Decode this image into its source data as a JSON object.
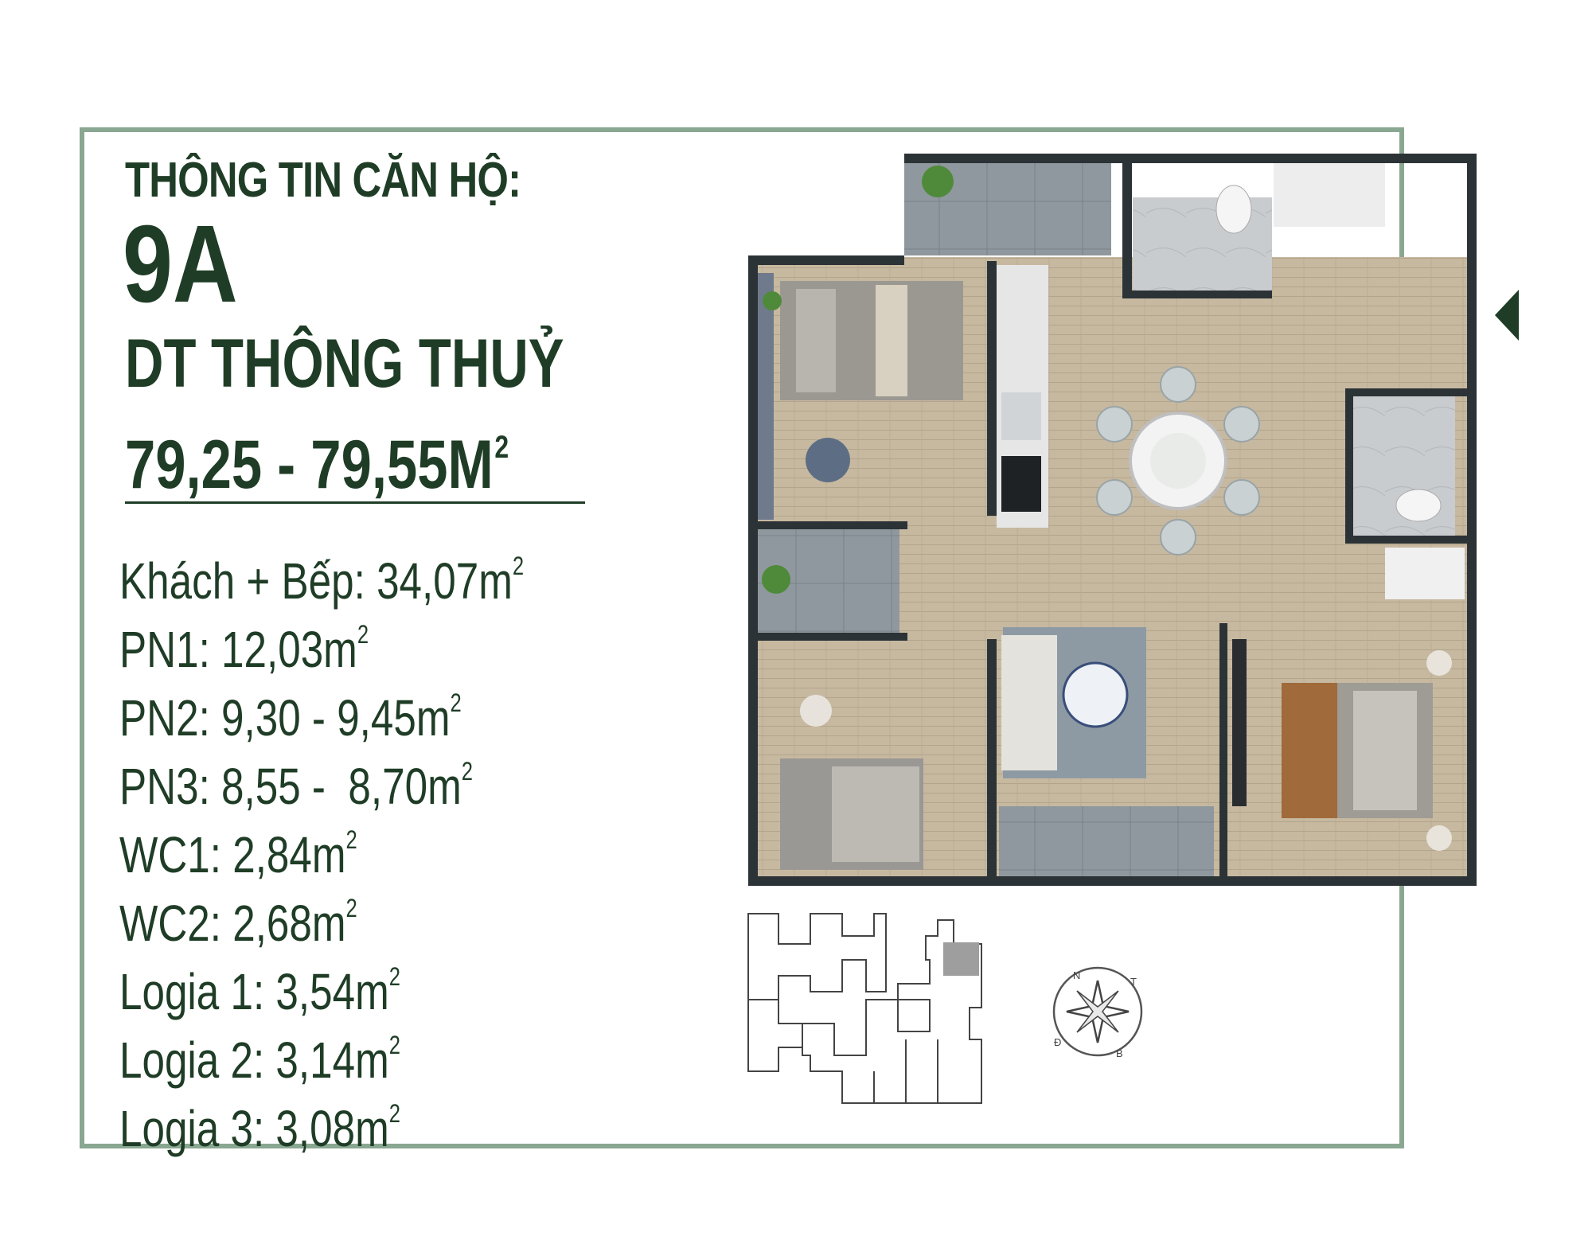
{
  "header": {
    "label": "THÔNG TIN CĂN HỘ:",
    "unit_code": "9A",
    "area_title": "DT THÔNG THUỶ",
    "area_range": "79,25 - 79,55M",
    "area_unit_exp": "2"
  },
  "rooms": [
    {
      "name": "Khách + Bếp",
      "value": "34,07m"
    },
    {
      "name": "PN1",
      "value": "12,03m"
    },
    {
      "name": "PN2",
      "value": "9,30 - 9,45m"
    },
    {
      "name": "PN3",
      "value": "8,55 -  8,70m"
    },
    {
      "name": "WC1",
      "value": "2,84m"
    },
    {
      "name": "WC2",
      "value": "2,68m"
    },
    {
      "name": "Logia 1",
      "value": "3,54m"
    },
    {
      "name": "Logia 2",
      "value": "3,14m"
    },
    {
      "name": "Logia 3",
      "value": "3,08m"
    }
  ],
  "unit_exp": "2",
  "compass": {
    "n": "N",
    "t": "T",
    "d": "Đ",
    "b": "B"
  },
  "colors": {
    "brand_green": "#1f3d26",
    "frame": "#8aa791",
    "wall": "#2c3336",
    "floor": "#c2b59c"
  }
}
